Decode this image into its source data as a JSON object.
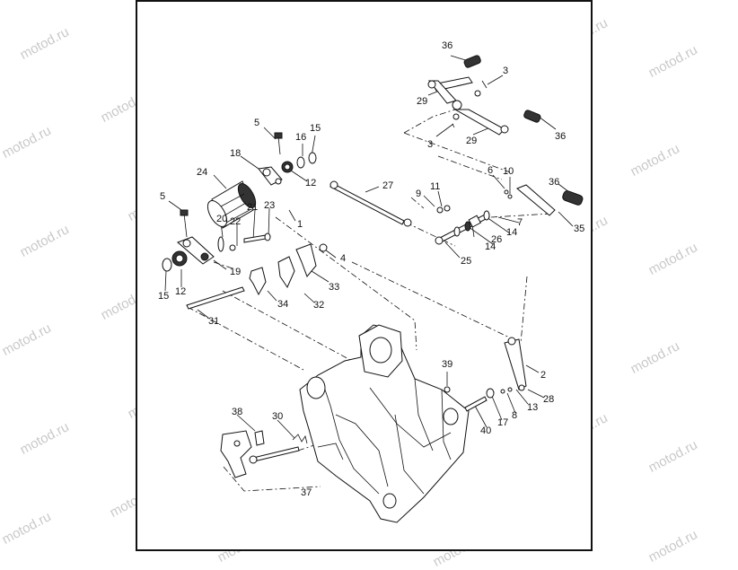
{
  "watermark": "motod.ru",
  "callouts": [
    {
      "id": "c36a",
      "text": "36"
    },
    {
      "id": "c3a",
      "text": "3"
    },
    {
      "id": "c29a",
      "text": "29"
    },
    {
      "id": "c3b",
      "text": "3"
    },
    {
      "id": "c29b",
      "text": "29"
    },
    {
      "id": "c36b",
      "text": "36"
    },
    {
      "id": "c5a",
      "text": "5"
    },
    {
      "id": "c16",
      "text": "16"
    },
    {
      "id": "c15a",
      "text": "15"
    },
    {
      "id": "c18",
      "text": "18"
    },
    {
      "id": "c24",
      "text": "24"
    },
    {
      "id": "c12a",
      "text": "12"
    },
    {
      "id": "c27",
      "text": "27"
    },
    {
      "id": "c6",
      "text": "6"
    },
    {
      "id": "c10",
      "text": "10"
    },
    {
      "id": "c36c",
      "text": "36"
    },
    {
      "id": "c9",
      "text": "9"
    },
    {
      "id": "c11",
      "text": "11"
    },
    {
      "id": "c5b",
      "text": "5"
    },
    {
      "id": "c20",
      "text": "20"
    },
    {
      "id": "c22",
      "text": "22"
    },
    {
      "id": "c21",
      "text": "21"
    },
    {
      "id": "c23",
      "text": "23"
    },
    {
      "id": "c1",
      "text": "1"
    },
    {
      "id": "c7",
      "text": "7"
    },
    {
      "id": "c14a",
      "text": "14"
    },
    {
      "id": "c14b",
      "text": "14"
    },
    {
      "id": "c26",
      "text": "26"
    },
    {
      "id": "c35",
      "text": "35"
    },
    {
      "id": "c4",
      "text": "4"
    },
    {
      "id": "c25",
      "text": "25"
    },
    {
      "id": "c19",
      "text": "19"
    },
    {
      "id": "c15b",
      "text": "15"
    },
    {
      "id": "c12b",
      "text": "12"
    },
    {
      "id": "c33",
      "text": "33"
    },
    {
      "id": "c34",
      "text": "34"
    },
    {
      "id": "c32",
      "text": "32"
    },
    {
      "id": "c31",
      "text": "31"
    },
    {
      "id": "c39",
      "text": "39"
    },
    {
      "id": "c2",
      "text": "2"
    },
    {
      "id": "c13",
      "text": "13"
    },
    {
      "id": "c28",
      "text": "28"
    },
    {
      "id": "c8",
      "text": "8"
    },
    {
      "id": "c17",
      "text": "17"
    },
    {
      "id": "c40",
      "text": "40"
    },
    {
      "id": "c38",
      "text": "38"
    },
    {
      "id": "c30",
      "text": "30"
    },
    {
      "id": "c37",
      "text": "37"
    }
  ]
}
